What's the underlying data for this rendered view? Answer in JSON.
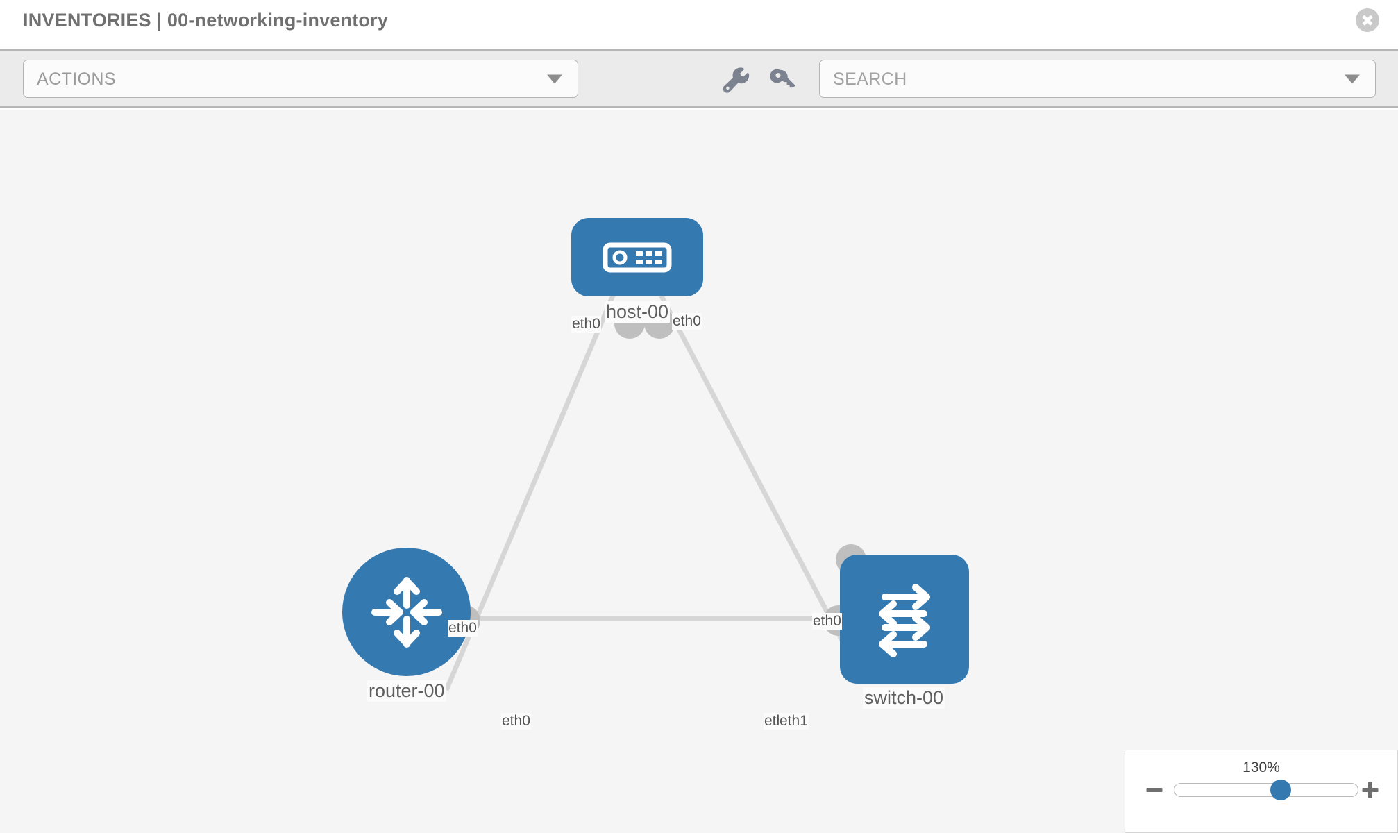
{
  "header": {
    "title": "INVENTORIES | 00-networking-inventory",
    "close_icon": "close-icon"
  },
  "toolbar": {
    "actions_label": "ACTIONS",
    "actions_caret_icon": "chevron-down-icon",
    "wrench_icon": "wrench-icon",
    "key_icon": "key-icon",
    "search_placeholder": "SEARCH",
    "search_caret_icon": "chevron-down-icon"
  },
  "topology": {
    "background_color": "#f5f5f5",
    "node_color": "#3479b0",
    "port_color": "#bfbfbf",
    "link_color": "#d6d6d6",
    "nodes": [
      {
        "id": "host-00",
        "label": "host-00",
        "icon": "server-icon",
        "shape": "rounded"
      },
      {
        "id": "router-00",
        "label": "router-00",
        "icon": "router-icon",
        "shape": "circle"
      },
      {
        "id": "switch-00",
        "label": "switch-00",
        "icon": "switch-icon",
        "shape": "rounded"
      }
    ],
    "edge_labels": {
      "host_left": "eth0",
      "host_right": "eth0",
      "router_to_host": "eth0",
      "switch_to_host": "eth0",
      "router_right": "eth0",
      "switch_left_a": "eth",
      "switch_left_b": "eth1"
    }
  },
  "zoom_control": {
    "value_label": "130%",
    "minus_label": "minus-button",
    "plus_label": "plus-button",
    "slider_percent": 58
  }
}
